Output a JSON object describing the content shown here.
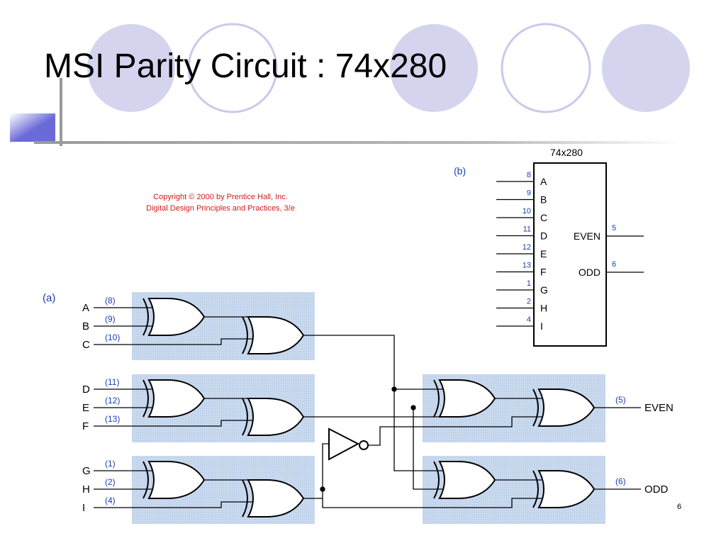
{
  "slide": {
    "title": "MSI Parity Circuit : 74x280",
    "page_number": "6"
  },
  "copyright": {
    "line1": "Copyright © 2000 by Prentice Hall, Inc.",
    "line2": "Digital Design Principles and Practices, 3/e"
  },
  "panel_a": {
    "label": "(a)",
    "inputs": [
      {
        "name": "A",
        "pin": "(8)"
      },
      {
        "name": "B",
        "pin": "(9)"
      },
      {
        "name": "C",
        "pin": "(10)"
      },
      {
        "name": "D",
        "pin": "(11)"
      },
      {
        "name": "E",
        "pin": "(12)"
      },
      {
        "name": "F",
        "pin": "(13)"
      },
      {
        "name": "G",
        "pin": "(1)"
      },
      {
        "name": "H",
        "pin": "(2)"
      },
      {
        "name": "I",
        "pin": "(4)"
      }
    ],
    "outputs": [
      {
        "name": "EVEN",
        "pin": "(5)"
      },
      {
        "name": "ODD",
        "pin": "(6)"
      }
    ]
  },
  "panel_b": {
    "label": "(b)",
    "chip_name": "74x280",
    "inputs": [
      {
        "name": "A",
        "pin": "8"
      },
      {
        "name": "B",
        "pin": "9"
      },
      {
        "name": "C",
        "pin": "10"
      },
      {
        "name": "D",
        "pin": "11"
      },
      {
        "name": "E",
        "pin": "12"
      },
      {
        "name": "F",
        "pin": "13"
      },
      {
        "name": "G",
        "pin": "1"
      },
      {
        "name": "H",
        "pin": "2"
      },
      {
        "name": "I",
        "pin": "4"
      }
    ],
    "outputs": [
      {
        "name": "EVEN",
        "pin": "5"
      },
      {
        "name": "ODD",
        "pin": "6"
      }
    ]
  },
  "colors": {
    "circle_fill": "#d4d4ee",
    "circle_ring": "#c9c9ec",
    "accent_square": "#6b6bd8",
    "line_gray": "#999999",
    "shade_box": "#c6d6ec",
    "pin_blue": "#1a3fb0",
    "copyright_red": "#d21a1a"
  }
}
